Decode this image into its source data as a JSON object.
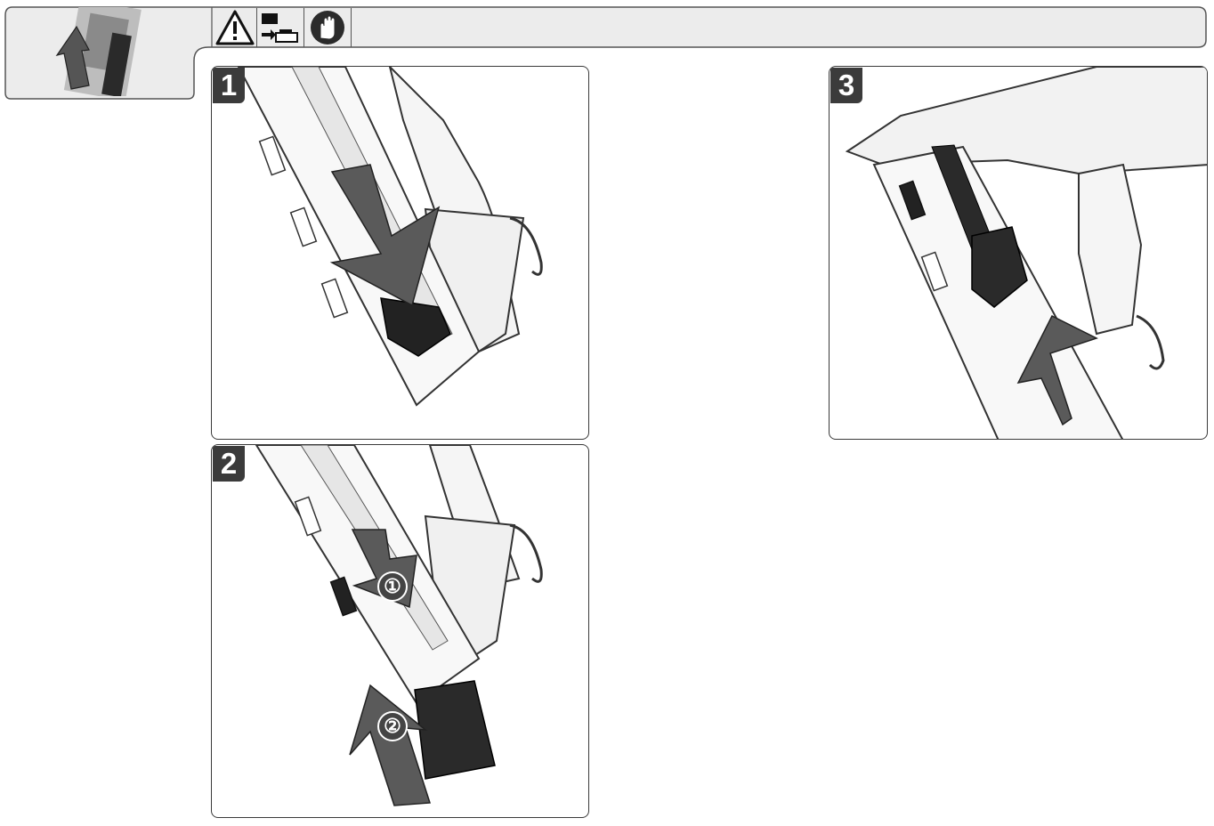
{
  "header": {
    "thumbnail": "nail-strip-insert-thumbnail",
    "icons": [
      "warning-triangle-icon",
      "remove-battery-icon",
      "wear-gloves-icon"
    ]
  },
  "steps": [
    {
      "number": "1",
      "arrow": "down",
      "illustration": "nailer-magazine-release-follower"
    },
    {
      "number": "2",
      "arrow": "down-then-up",
      "callouts": [
        "①",
        "②"
      ],
      "illustration": "nailer-magazine-insert-nails"
    },
    {
      "number": "3",
      "arrow": "up",
      "illustration": "nailer-magazine-follower-engaged"
    }
  ],
  "colors": {
    "border": "#3a3a3a",
    "header_bg": "#ededed",
    "arrow": "#5a5a5a",
    "badge": "#3b3b3b"
  }
}
